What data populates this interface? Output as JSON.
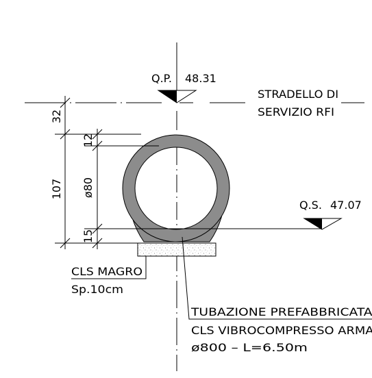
{
  "ground_level": {
    "label": "Q.P.",
    "value": "48.31"
  },
  "road": {
    "line1": "STRADELLO DI",
    "line2": "SERVIZIO RFI"
  },
  "bottom_level": {
    "label": "Q.S.",
    "value": "47.07"
  },
  "dimensions": {
    "cover": "32",
    "total": "107",
    "top_wall": "12",
    "inner_diameter": "ø80",
    "bottom_wall": "15"
  },
  "bedding": {
    "line1": "CLS MAGRO",
    "line2": "Sp.10cm"
  },
  "pipe": {
    "line1": "TUBAZIONE PREFABBRICATA IN",
    "line2": "CLS VIBROCOMPRESSO ARMATO",
    "line3": "ø800 – L=6.50m"
  },
  "colors": {
    "pipe_wall": "#8c8c8c",
    "line": "#000000",
    "background": "#ffffff"
  }
}
